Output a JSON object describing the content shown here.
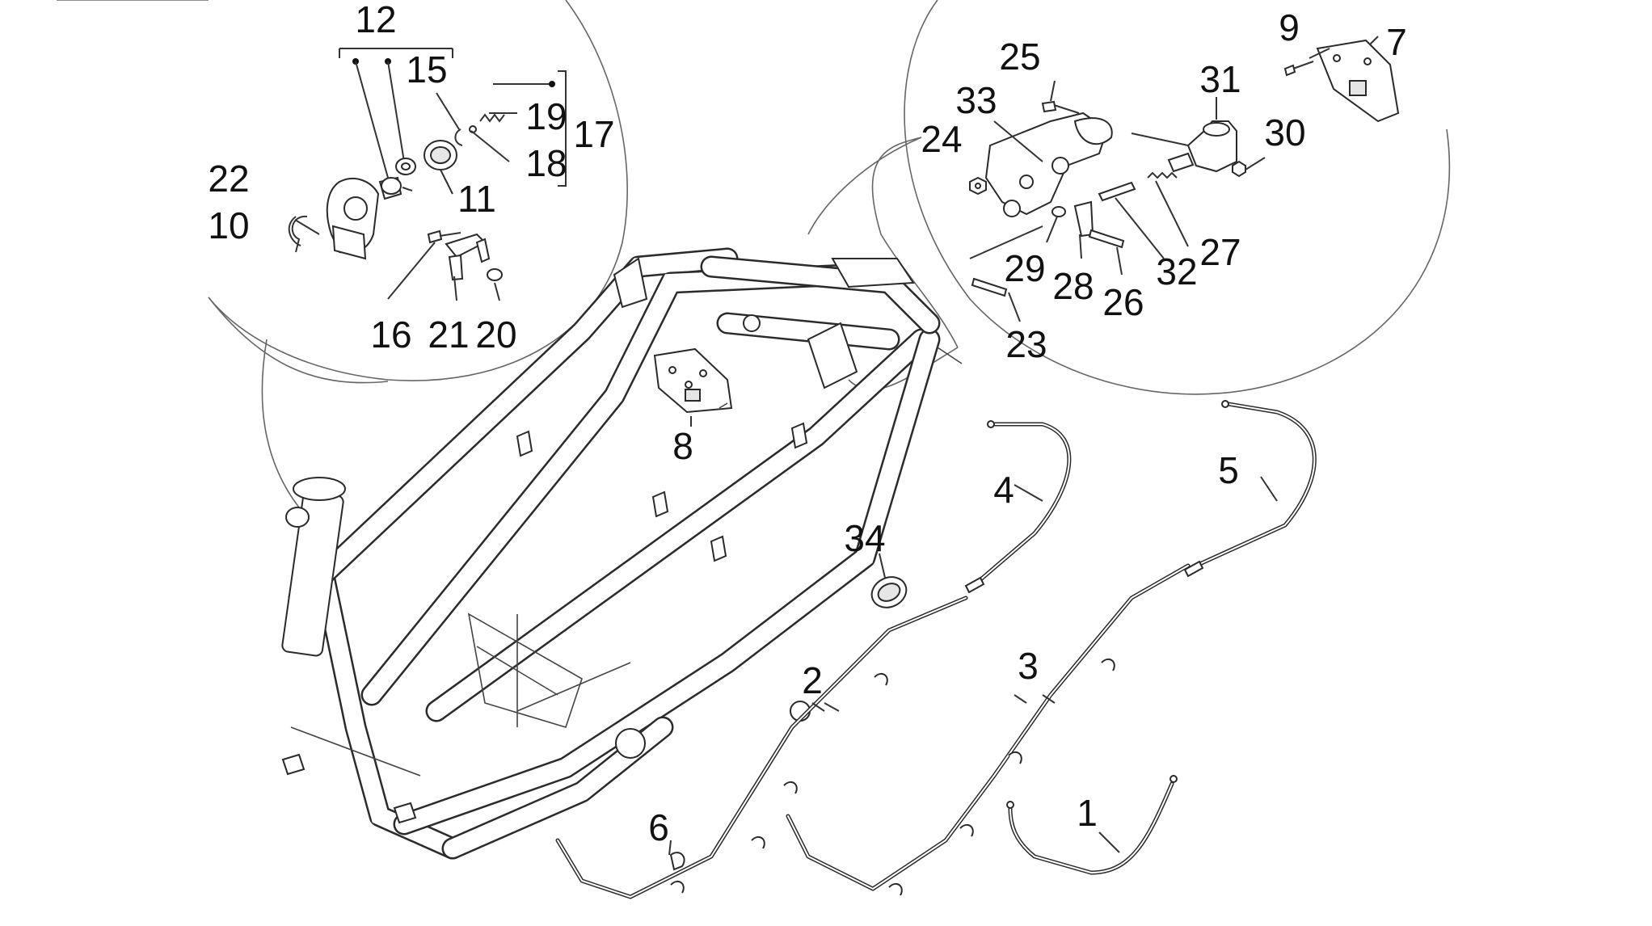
{
  "diagram": {
    "callouts": [
      {
        "id": "c12",
        "text": "12"
      },
      {
        "id": "c15",
        "text": "15"
      },
      {
        "id": "c19",
        "text": "19"
      },
      {
        "id": "c17",
        "text": "17"
      },
      {
        "id": "c18",
        "text": "18"
      },
      {
        "id": "c22",
        "text": "22"
      },
      {
        "id": "c11",
        "text": "11"
      },
      {
        "id": "c10",
        "text": "10"
      },
      {
        "id": "c16",
        "text": "16"
      },
      {
        "id": "c21",
        "text": "21"
      },
      {
        "id": "c20",
        "text": "20"
      },
      {
        "id": "c25",
        "text": "25"
      },
      {
        "id": "c33",
        "text": "33"
      },
      {
        "id": "c31",
        "text": "31"
      },
      {
        "id": "c9",
        "text": "9"
      },
      {
        "id": "c7",
        "text": "7"
      },
      {
        "id": "c24",
        "text": "24"
      },
      {
        "id": "c30",
        "text": "30"
      },
      {
        "id": "c27",
        "text": "27"
      },
      {
        "id": "c29",
        "text": "29"
      },
      {
        "id": "c28",
        "text": "28"
      },
      {
        "id": "c32",
        "text": "32"
      },
      {
        "id": "c26",
        "text": "26"
      },
      {
        "id": "c23",
        "text": "23"
      },
      {
        "id": "c8",
        "text": "8"
      },
      {
        "id": "c4",
        "text": "4"
      },
      {
        "id": "c5",
        "text": "5"
      },
      {
        "id": "c34",
        "text": "34"
      },
      {
        "id": "c2",
        "text": "2"
      },
      {
        "id": "c3",
        "text": "3"
      },
      {
        "id": "c6",
        "text": "6"
      },
      {
        "id": "c1",
        "text": "1"
      }
    ]
  }
}
